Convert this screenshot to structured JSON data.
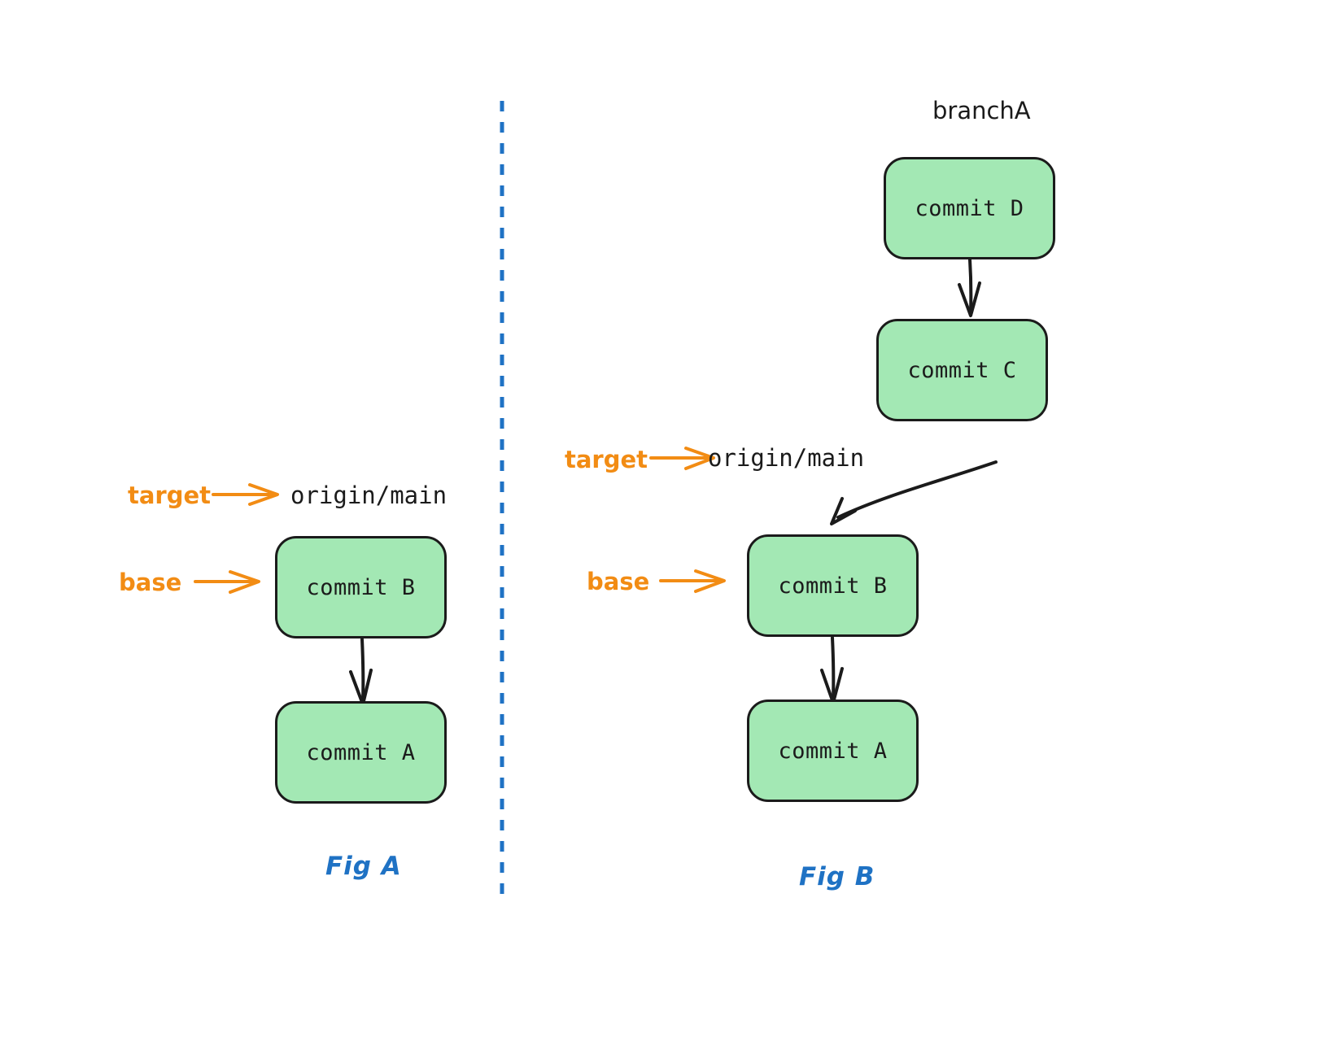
{
  "diagram": {
    "title_context": "git rebase target and base illustration",
    "background_color": "#ffffff",
    "commit_fill_color": "#a3e8b4",
    "commit_border_color": "#1b1b1b",
    "annotation_color": "#f28c14",
    "figure_label_color": "#1f72c4",
    "divider_color": "#1f72c4"
  },
  "fig_a": {
    "caption": "Fig A",
    "annotations": [
      {
        "name": "target",
        "label": "target"
      },
      {
        "name": "base",
        "label": "base"
      }
    ],
    "refs": [
      {
        "name": "origin/main",
        "label": "origin/main"
      }
    ],
    "commits": [
      {
        "id": "B",
        "label": "commit B"
      },
      {
        "id": "A",
        "label": "commit A"
      }
    ],
    "edges": [
      {
        "from": "commit B",
        "to": "commit A",
        "style": "straight"
      }
    ]
  },
  "fig_b": {
    "caption": "Fig B",
    "annotations": [
      {
        "name": "target",
        "label": "target"
      },
      {
        "name": "base",
        "label": "base"
      }
    ],
    "refs": [
      {
        "name": "origin/main",
        "label": "origin/main"
      },
      {
        "name": "branchA",
        "label": "branchA"
      }
    ],
    "commits": [
      {
        "id": "D",
        "label": "commit D"
      },
      {
        "id": "C",
        "label": "commit C"
      },
      {
        "id": "B",
        "label": "commit B"
      },
      {
        "id": "A",
        "label": "commit A"
      }
    ],
    "edges": [
      {
        "from": "commit D",
        "to": "commit C",
        "style": "straight"
      },
      {
        "from": "commit C",
        "to": "commit B",
        "style": "curved"
      },
      {
        "from": "commit B",
        "to": "commit A",
        "style": "straight"
      }
    ]
  }
}
